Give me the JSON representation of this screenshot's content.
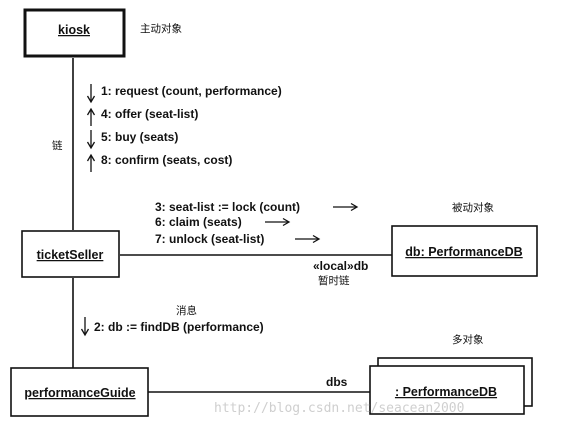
{
  "objects": {
    "kiosk": "kiosk",
    "ticket_seller": "ticketSeller",
    "performance_db": "db: PerformanceDB",
    "performance_guide": "performanceGuide",
    "performance_db_multi": ": PerformanceDB"
  },
  "annotations": {
    "active_object": "主动对象",
    "link": "链",
    "passive_object": "被动对象",
    "temporary_link": "暂时链",
    "message": "消息",
    "multi_object": "多对象"
  },
  "messages_kiosk": [
    "1: request (count, performance)",
    "4: offer (seat-list)",
    "5: buy (seats)",
    "8: confirm (seats, cost)"
  ],
  "messages_db": [
    "3: seat-list := lock (count)",
    "6: claim (seats)",
    "7: unlock (seat-list)"
  ],
  "messages_guide": [
    "2: db := findDB (performance)"
  ],
  "link_labels": {
    "local_db": "«local»db",
    "dbs": "dbs"
  },
  "watermark": "http://blog.csdn.net/seacean2000"
}
